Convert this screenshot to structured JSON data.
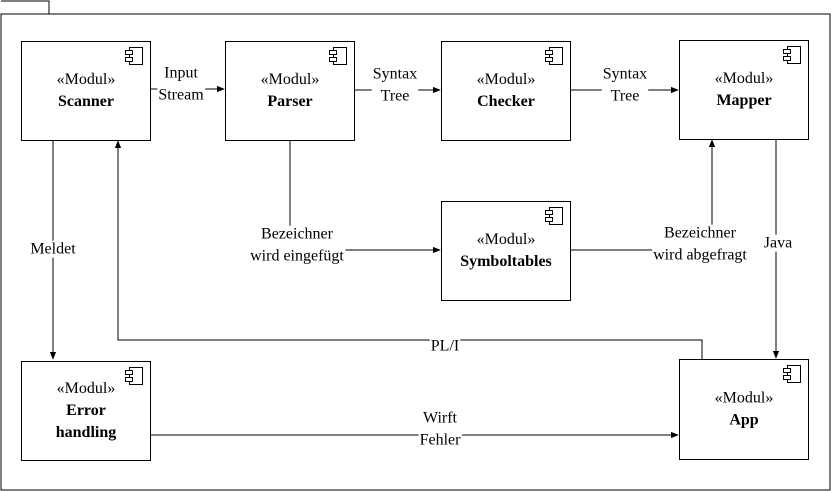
{
  "modules": [
    {
      "id": "scanner",
      "stereotype": "«Modul»",
      "name": [
        "Scanner"
      ]
    },
    {
      "id": "parser",
      "stereotype": "«Modul»",
      "name": [
        "Parser"
      ]
    },
    {
      "id": "checker",
      "stereotype": "«Modul»",
      "name": [
        "Checker"
      ]
    },
    {
      "id": "mapper",
      "stereotype": "«Modul»",
      "name": [
        "Mapper"
      ]
    },
    {
      "id": "symboltables",
      "stereotype": "«Modul»",
      "name": [
        "Symboltables"
      ]
    },
    {
      "id": "error",
      "stereotype": "«Modul»",
      "name": [
        "Error",
        "handling"
      ]
    },
    {
      "id": "app",
      "stereotype": "«Modul»",
      "name": [
        "App"
      ]
    }
  ],
  "edges": [
    {
      "id": "scanner-parser",
      "label": [
        "Input",
        "Stream"
      ]
    },
    {
      "id": "parser-checker",
      "label": [
        "Syntax",
        "Tree"
      ]
    },
    {
      "id": "checker-mapper",
      "label": [
        "Syntax",
        "Tree"
      ]
    },
    {
      "id": "parser-symboltables",
      "label": [
        "Bezeichner",
        "wird eingefügt"
      ]
    },
    {
      "id": "symboltables-mapper",
      "label": [
        "Bezeichner",
        "wird abgefragt"
      ]
    },
    {
      "id": "scanner-error",
      "label": [
        "Meldet"
      ]
    },
    {
      "id": "mapper-app",
      "label": [
        "Java"
      ]
    },
    {
      "id": "app-scanner",
      "label": [
        "PL/I"
      ]
    },
    {
      "id": "error-app",
      "label": [
        "Wirft",
        "Fehler"
      ]
    }
  ]
}
